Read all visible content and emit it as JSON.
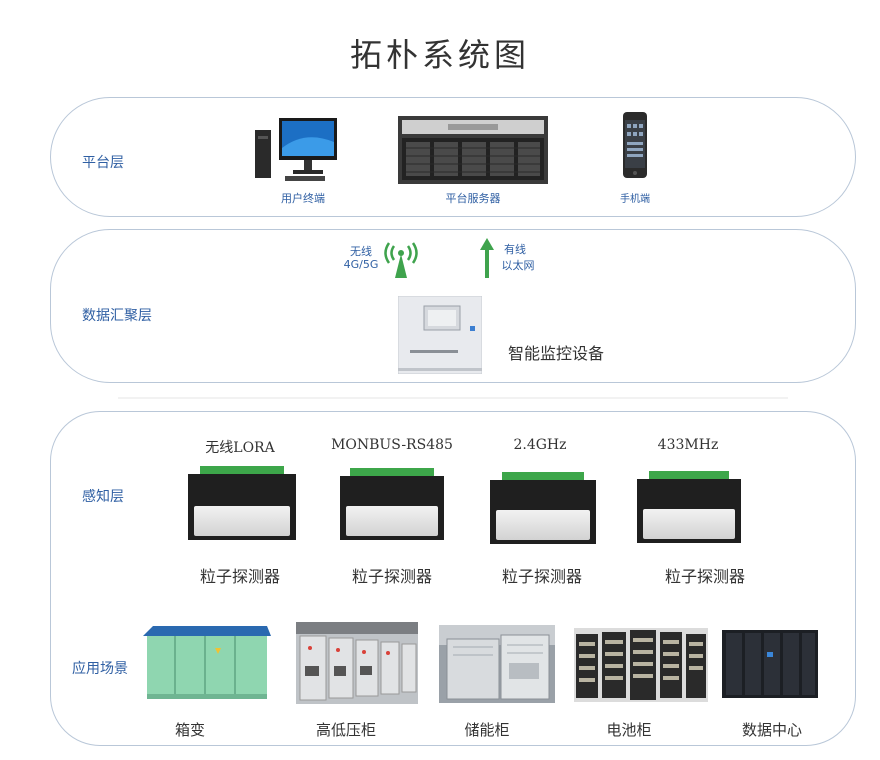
{
  "title": "拓朴系统图",
  "layers": {
    "platform": "平台层",
    "aggregation": "数据汇聚层",
    "sensing": "感知层",
    "application": "应用场景"
  },
  "platform_devices": {
    "user_terminal": "用户终端",
    "server": "平台服务器",
    "mobile": "手机端"
  },
  "links": {
    "wireless_line1": "无线",
    "wireless_line2": "4G/5G",
    "wired_line1": "有线",
    "wired_line2": "以太网"
  },
  "monitor_device": "智能监控设备",
  "protocols": [
    "无线LORA",
    "MONBUS-RS485",
    "2.4GHz",
    "433MHz"
  ],
  "sensors": [
    "粒子探测器",
    "粒子探测器",
    "粒子探测器",
    "粒子探测器"
  ],
  "scenarios": [
    "箱变",
    "高低压柜",
    "储能柜",
    "电池柜",
    "数据中心"
  ],
  "colors": {
    "layer_label": "#2f5fa3",
    "arrow": "#3fa34d",
    "band_border": "#b9c7d8"
  }
}
